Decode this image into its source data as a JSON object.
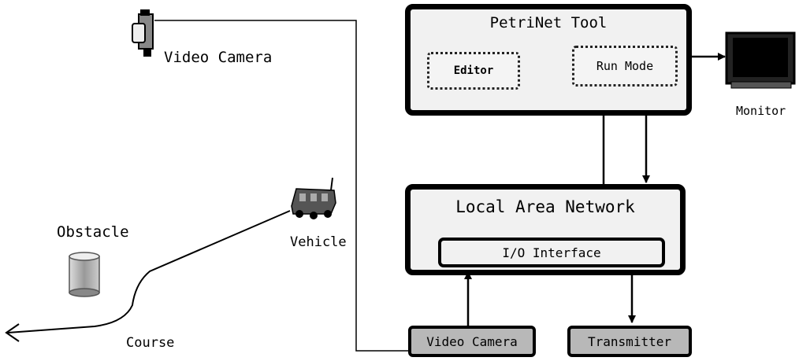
{
  "labels": {
    "video_camera_scene": "Video Camera",
    "obstacle": "Obstacle",
    "vehicle": "Vehicle",
    "course": "Course",
    "monitor": "Monitor"
  },
  "boxes": {
    "petrinet_tool": "PetriNet Tool",
    "editor": "Editor",
    "run_mode": "Run Mode",
    "lan": "Local Area Network",
    "io_interface": "I/O Interface",
    "video_camera_hw": "Video Camera",
    "transmitter": "Transmitter"
  },
  "icons": {
    "camera": "video-camera-icon",
    "monitor": "monitor-icon",
    "vehicle": "vehicle-icon",
    "obstacle": "obstacle-icon"
  }
}
